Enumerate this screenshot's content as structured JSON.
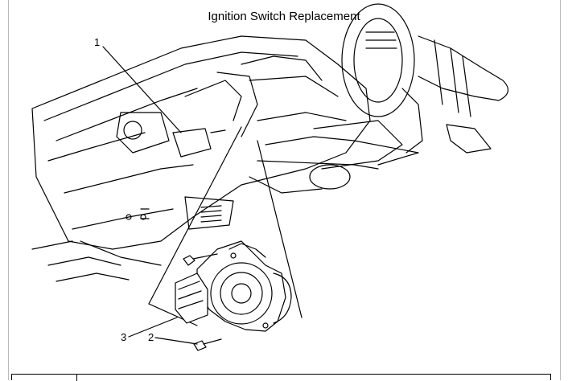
{
  "title": "Ignition Switch Replacement",
  "callouts": [
    {
      "id": "1",
      "label": "1"
    },
    {
      "id": "2",
      "label": "2"
    },
    {
      "id": "3",
      "label": "3"
    }
  ],
  "colors": {
    "line": "#000000",
    "background": "#ffffff",
    "frame": "#b9b9b9"
  }
}
